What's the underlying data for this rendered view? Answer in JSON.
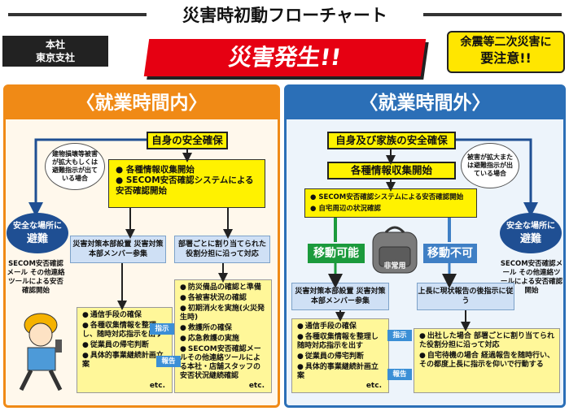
{
  "title": "災害時初動フローチャート",
  "office": {
    "line1": "本社",
    "line2": "東京支社"
  },
  "banner": "災害発生!!",
  "warning": {
    "line1": "余震等二次災害に",
    "line2": "要注意!!"
  },
  "left": {
    "header": "〈就業時間内〉",
    "safety": "自身の安全確保",
    "info_items": [
      "各種情報収集開始",
      "SECOM安否確認システムによる安否確認開始"
    ],
    "bubble": "建物損壊等被害が拡大もしくは避難指示が出ている場合",
    "evac_oval": {
      "line1": "安全な場所に",
      "line2": "避難"
    },
    "evac_note": "SECOM安否確認メール その他連絡ツールによる安否確認開始",
    "hq_box": "災害対策本部設置 災害対策本部メンバー参集",
    "dept_box": "部署ごとに割り当てられた役割分担に沿って対応",
    "hq_list": [
      "通信手段の確保",
      "各種収集情報を整理し、随時対応指示を出す",
      "従業員の帰宅判断",
      "具体的事業継続計画立案"
    ],
    "dept_list": [
      "防災備品の確認と準備",
      "各被害状況の確認",
      "初期消火を実施(火災発生時)",
      "救護所の確保",
      "応急救護の実施",
      "SECOM安否確認メールその他連絡ツールによる本社・店舗スタッフの安否状況継続確認"
    ],
    "instruction": "指示",
    "report": "報告",
    "etc": "etc."
  },
  "right": {
    "header": "〈就業時間外〉",
    "safety": "自身及び家族の安全確保",
    "info": "各種情報収集開始",
    "info_items": [
      "SECOM安否確認システムによる安否確認開始",
      "自宅周辺の状況確認"
    ],
    "bubble": "被害が拡大または避難指示が出ている場合",
    "evac_oval": {
      "line1": "安全な場所に",
      "line2": "避難"
    },
    "evac_note": "SECOM安否確認メール その他連絡ツールによる安否確認開始",
    "movable": "移動可能",
    "immovable": "移動不可",
    "bag_label": "非常用",
    "hq_box": "災害対策本部設置 災害対策本部メンバー参集",
    "report_box": "上長に現状報告の後指示に従う",
    "hq_list": [
      "通信手段の確保",
      "各種収集情報を整理し随時対応指示を出す",
      "従業員の帰宅判断",
      "具体的事業継続計画立案"
    ],
    "standby_list": [
      "出社した場合 部署ごとに割り当てられた役割分担に沿って対応",
      "自宅待機の場合 経過報告を随時行い、その都度上長に指示を仰いで行動する"
    ],
    "instruction": "指示",
    "report": "報告",
    "etc": "etc."
  }
}
